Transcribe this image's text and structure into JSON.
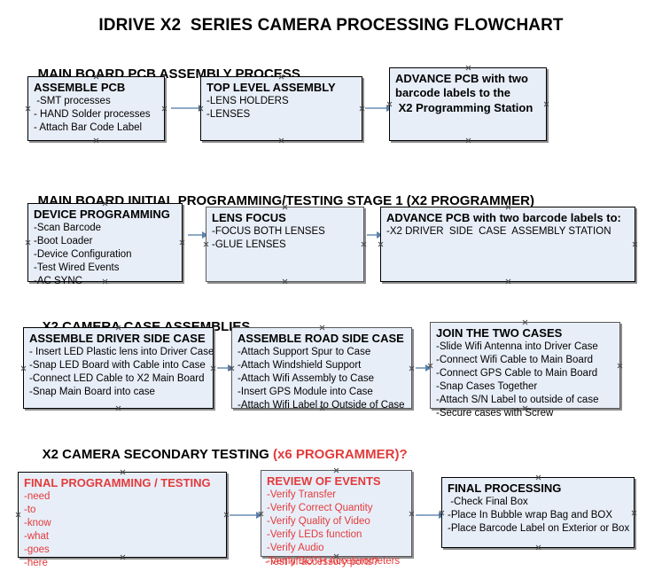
{
  "document": {
    "title": "IDRIVE X2  SERIES CAMERA PROCESSING FLOWCHART"
  },
  "sections": [
    {
      "id": "main-board-pcb-assembly",
      "heading": "MAIN BOARD PCB ASSEMBLY PROCESS",
      "heading_accent": "",
      "nodes": [
        {
          "id": "assemble-pcb",
          "title": "ASSEMBLE PCB",
          "lines": [
            " -SMT processes",
            "- HAND Solder processes",
            "- Attach Bar Code Label"
          ]
        },
        {
          "id": "top-level-assembly",
          "title": "TOP LEVEL ASSEMBLY",
          "lines": [
            "-LENS HOLDERS",
            "-LENSES"
          ]
        },
        {
          "id": "advance-pcb-programming-station",
          "title": "ADVANCE PCB with two",
          "lines": [
            "barcode labels to the",
            " X2 Programming Station"
          ]
        }
      ]
    },
    {
      "id": "main-board-initial-programming",
      "heading": "MAIN BOARD INITIAL PROGRAMMING/TESTING STAGE 1 (X2 PROGRAMMER)",
      "heading_accent": "",
      "nodes": [
        {
          "id": "device-programming",
          "title": "DEVICE PROGRAMMING",
          "lines": [
            "-Scan Barcode",
            "-Boot Loader",
            "-Device Configuration",
            "-Test Wired Events",
            "-AC SYNC"
          ]
        },
        {
          "id": "lens-focus",
          "title": "LENS FOCUS",
          "lines": [
            "-FOCUS BOTH LENSES",
            "-GLUE LENSES"
          ]
        },
        {
          "id": "advance-pcb-driver-side-case",
          "title": "ADVANCE PCB with two barcode labels to:",
          "lines": [
            "-X2 DRIVER  SIDE  CASE  ASSEMBLY STATION"
          ]
        }
      ]
    },
    {
      "id": "x2-camera-case-assemblies",
      "heading": "X2 CAMERA CASE ASSEMBLIES",
      "heading_accent": "",
      "nodes": [
        {
          "id": "assemble-driver-side-case",
          "title": "ASSEMBLE DRIVER SIDE CASE",
          "lines": [
            "- Insert LED Plastic lens into Driver Case",
            "-Snap LED Board with Cable into Case",
            "-Connect LED Cable to X2 Main Board",
            "-Snap Main Board into case"
          ]
        },
        {
          "id": "assemble-road-side-case",
          "title": "ASSEMBLE ROAD SIDE CASE",
          "lines": [
            "-Attach Support Spur to Case",
            "-Attach Windshield Support",
            "-Attach Wifi Assembly to Case",
            "-Insert GPS Module into Case",
            "-Attach Wifi Label to Outside of Case"
          ]
        },
        {
          "id": "join-the-two-cases",
          "title": "JOIN THE TWO CASES",
          "lines": [
            "-Slide Wifi Antenna into Driver Case",
            "-Connect Wifi Cable to Main Board",
            "-Connect GPS Cable to Main Board",
            "-Snap Cases Together",
            "-Attach S/N Label to outside of case",
            "-Secure cases with Screw"
          ]
        }
      ]
    },
    {
      "id": "x2-camera-secondary-testing",
      "heading": "X2 CAMERA SECONDARY TESTING ",
      "heading_accent": "(x6 PROGRAMMER)?",
      "nodes": [
        {
          "id": "final-programming-testing",
          "title": "FINAL PROGRAMMING / TESTING",
          "lines": [
            "-need",
            "-to",
            "-know",
            "-what",
            "-goes",
            "-here"
          ]
        },
        {
          "id": "review-of-events",
          "title": "REVIEW OF EVENTS",
          "lines": [
            "-Verify Transfer",
            "-Verify Correct Quantity",
            "-Verify Quality of Video",
            "-Verify LEDs function",
            "-Verify Audio",
            "-Verify BOTH Accelerometers"
          ],
          "overflow_line": "-Test of accessory ports?"
        },
        {
          "id": "final-processing",
          "title": "FINAL PROCESSING",
          "lines": [
            " -Check Final Box",
            "-Place In Bubble wrap Bag and BOX",
            "-Place Barcode Label on Exterior or Box"
          ]
        }
      ]
    }
  ],
  "colors": {
    "box_fill": "#e8eef8",
    "box_border": "#000000",
    "accent_red": "#e23b3b",
    "connector": "#8ea9c6",
    "arrow": "#5b82ad",
    "text": "#000000",
    "background": "#ffffff"
  }
}
